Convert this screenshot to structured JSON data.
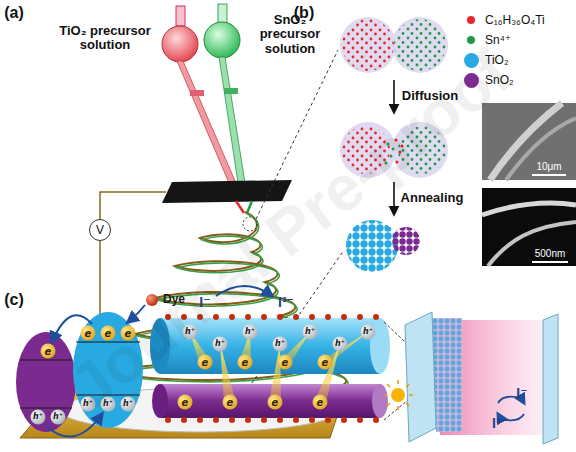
{
  "diagram": {
    "nodes": [
      {
        "text": [
          "V"
        ]
      }
    ],
    "labels": [
      "(a)",
      "TiO₂ precursor solution",
      "SnO₂ precursor solution",
      "(b)",
      "Diffusion",
      "Annealing",
      "10μm",
      "500nm",
      "(c)",
      "e",
      "e",
      "e",
      "e",
      "h⁺",
      "h⁺",
      "h⁺",
      "h⁺",
      "h⁺",
      "Dye",
      "I⁻",
      "I³⁻",
      "h⁺",
      "h⁺",
      "h⁺",
      "h⁺",
      "h⁺",
      "h⁺",
      "h⁺",
      "e",
      "e",
      "e",
      "e",
      "e",
      "e",
      "e",
      "e",
      "I⁻",
      "I³⁻",
      "Journal Pre-proof"
    ],
    "legend": [
      {
        "text": "C₁₆H₃₆O₄Ti",
        "color": "#e8262b"
      },
      {
        "text": "Sn⁴⁺",
        "color": "#1f9b46"
      },
      {
        "text": "TiO₂",
        "color": "#29a9e1"
      },
      {
        "text": "SnO₂",
        "color": "#7b2a8f"
      }
    ]
  }
}
